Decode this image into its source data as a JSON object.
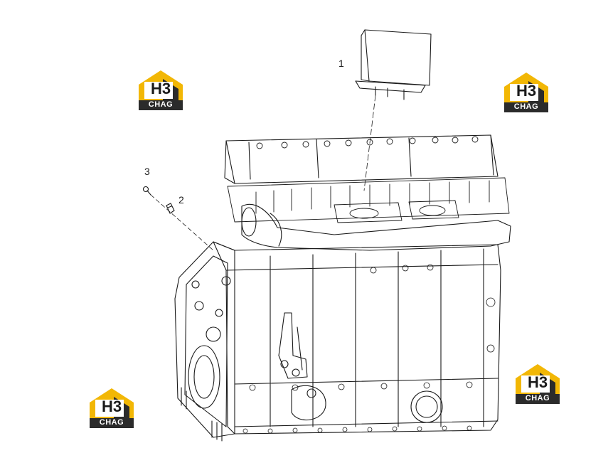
{
  "diagram": {
    "callouts": [
      {
        "id": "1",
        "label": "1"
      },
      {
        "id": "2",
        "label": "2"
      },
      {
        "id": "3",
        "label": "3"
      }
    ]
  },
  "watermarks": [
    {
      "mark": "H3",
      "text": "CHAG"
    },
    {
      "mark": "H3",
      "text": "CHAG"
    },
    {
      "mark": "H3",
      "text": "CHAG"
    },
    {
      "mark": "H3",
      "text": "CHAG"
    }
  ],
  "colors": {
    "line": "#1a1a1a",
    "logo_yellow": "#f2b705",
    "logo_dark": "#2b2b2b",
    "background": "#ffffff"
  }
}
